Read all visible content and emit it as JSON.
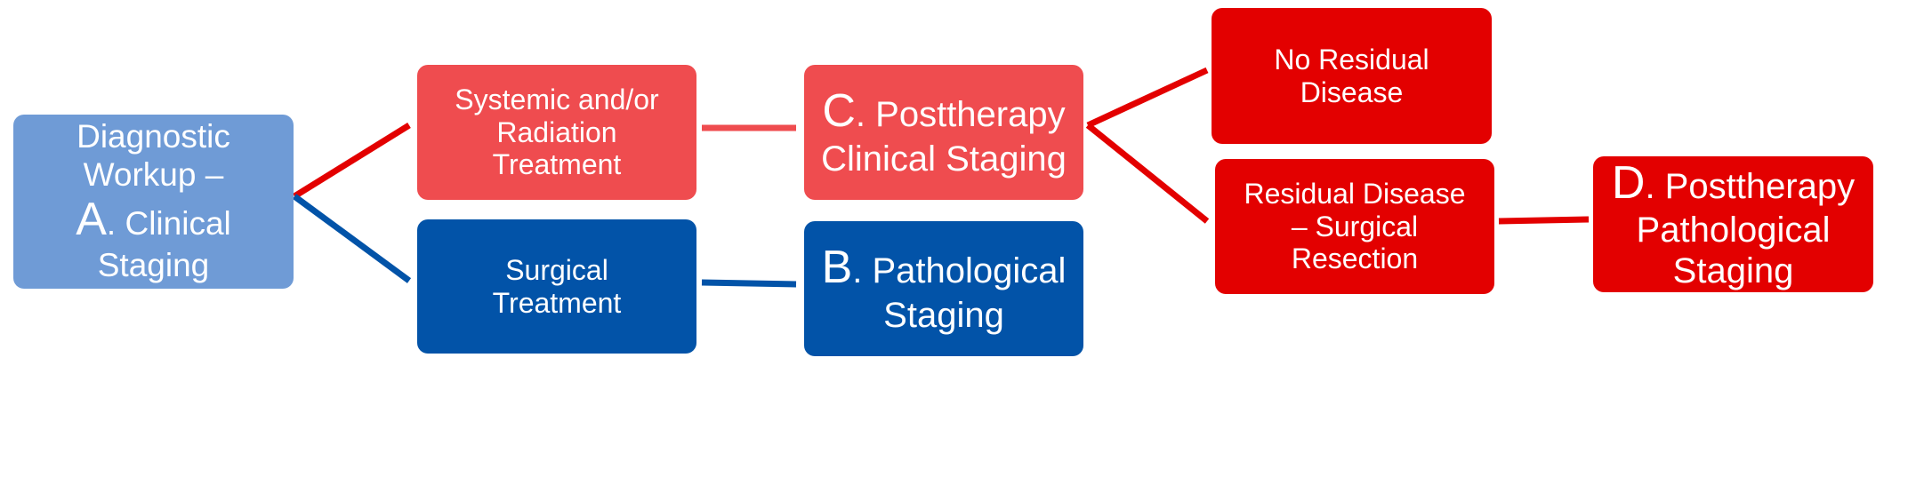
{
  "colors": {
    "light_blue": "#6f9bd6",
    "dark_blue": "#0253a8",
    "light_red": "#ef4c4f",
    "red": "#e30000",
    "connector_red": "#e30000",
    "connector_light_red": "#ef4c4f",
    "connector_blue": "#0253a8",
    "text": "#ffffff"
  },
  "nodes": {
    "diagnostic": {
      "pre": "Diagnostic\nWorkup –",
      "letter": "A",
      "post": ". Clinical\nStaging"
    },
    "systemic": {
      "label": "Systemic and/or\nRadiation\nTreatment"
    },
    "surgical": {
      "label": "Surgical\nTreatment"
    },
    "posttherapy_clinical": {
      "letter": "C",
      "post": ". Posttherapy\nClinical Staging"
    },
    "pathological": {
      "letter": "B",
      "post": ". Pathological\nStaging"
    },
    "no_residual": {
      "label": "No Residual\nDisease"
    },
    "residual": {
      "label": "Residual Disease\n– Surgical\nResection"
    },
    "posttherapy_pathological": {
      "letter": "D",
      "post": ". Posttherapy\nPathological\nStaging"
    }
  }
}
